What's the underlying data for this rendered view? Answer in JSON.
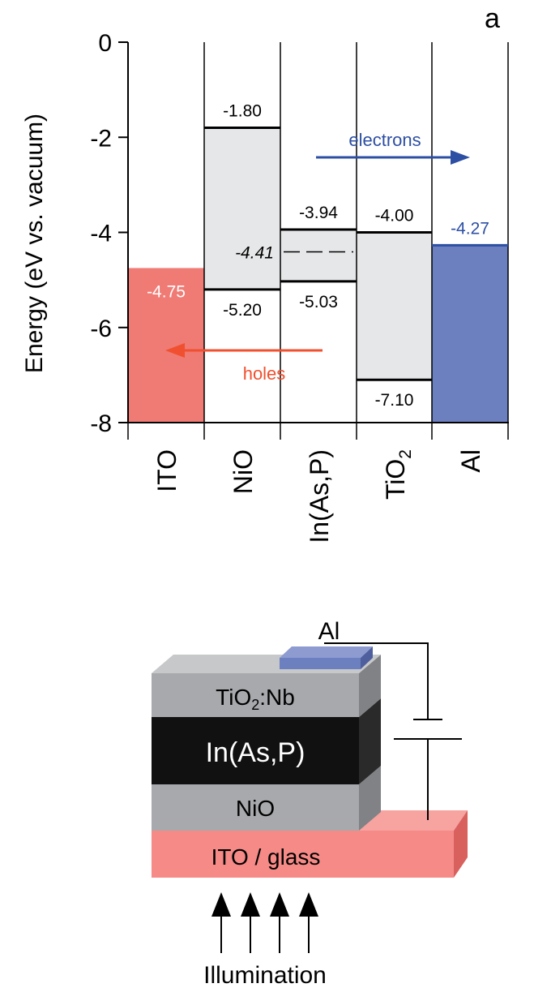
{
  "panel_label": "a",
  "chart_data": {
    "type": "diagram",
    "ylabel": "Energy (eV vs. vacuum)",
    "ylim": [
      -8,
      0
    ],
    "yticks": [
      {
        "value": 0,
        "label": "0"
      },
      {
        "value": -2,
        "label": "-2"
      },
      {
        "value": -4,
        "label": "-4"
      },
      {
        "value": -6,
        "label": "-6"
      },
      {
        "value": -8,
        "label": "-8"
      }
    ],
    "columns": [
      {
        "label": "ITO"
      },
      {
        "label": "NiO"
      },
      {
        "label": "In(As,P)"
      },
      {
        "label_main": "TiO",
        "label_sub": "2"
      },
      {
        "label": "Al"
      }
    ],
    "levels": {
      "ito_work_function": {
        "value": -4.75,
        "label": "-4.75"
      },
      "nio_cb": {
        "value": -1.8,
        "label": "-1.80"
      },
      "nio_vb": {
        "value": -5.2,
        "label": "-5.20"
      },
      "inasp_cb": {
        "value": -3.94,
        "label": "-3.94"
      },
      "inasp_fermi": {
        "value": -4.41,
        "label": "-4.41"
      },
      "inasp_vb": {
        "value": -5.03,
        "label": "-5.03"
      },
      "tio2_cb": {
        "value": -4.0,
        "label": "-4.00"
      },
      "tio2_vb": {
        "value": -7.1,
        "label": "-7.10"
      },
      "al_work_function": {
        "value": -4.27,
        "label": "-4.27"
      }
    },
    "arrows": {
      "electrons": {
        "label": "electrons",
        "direction": "right",
        "color": "#2d4fa3"
      },
      "holes": {
        "label": "holes",
        "direction": "left",
        "color": "#f0502f"
      }
    },
    "colors": {
      "ito": "#f07a74",
      "al": "#6c7fbf",
      "gap_fill": "#e6e7e8",
      "electrons_text": "#2d4fa3",
      "holes_text": "#f0502f"
    }
  },
  "device": {
    "layers": {
      "al": "Al",
      "tio2_main": "TiO",
      "tio2_sub": "2",
      "tio2_suffix": ":Nb",
      "inasp": "In(As,P)",
      "nio": "NiO",
      "ito": "ITO / glass"
    },
    "illumination": "Illumination",
    "colors": {
      "gray_front": "#a7a9ac",
      "gray_top": "#c7c8ca",
      "gray_side": "#808285",
      "black_front": "#111111",
      "ito_front": "#f58a87",
      "ito_top": "#f7a3a0",
      "ito_side": "#d8615e",
      "al_front": "#6c7fbf",
      "al_top": "#8d9bd0"
    }
  }
}
